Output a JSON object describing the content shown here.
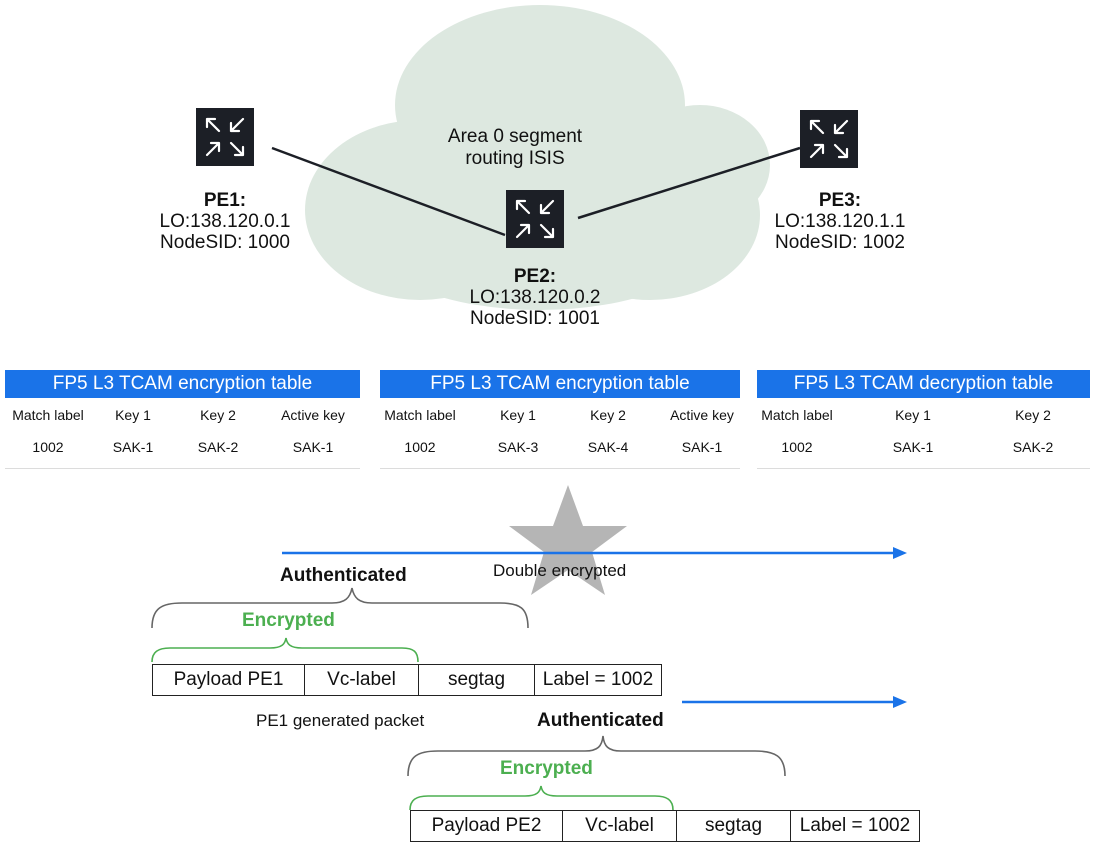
{
  "colors": {
    "cloud": "#dde8e0",
    "router": "#1c1f26",
    "table_header": "#1a73e8",
    "arrow": "#1a73e8",
    "encrypted": "#4caf50",
    "star": "#b5b5b5"
  },
  "network": {
    "cloud_label_line1": "Area 0 segment",
    "cloud_label_line2": "routing ISIS",
    "routers": [
      {
        "name": "PE1:",
        "lo": "LO:138.120.0.1",
        "sid": "NodeSID: 1000",
        "icon": "router-arrows-icon"
      },
      {
        "name": "PE2:",
        "lo": "LO:138.120.0.2",
        "sid": "NodeSID: 1001",
        "icon": "router-arrows-icon"
      },
      {
        "name": "PE3:",
        "lo": "LO:138.120.1.1",
        "sid": "NodeSID: 1002",
        "icon": "router-arrows-icon"
      }
    ]
  },
  "tables": [
    {
      "title": "FP5 L3 TCAM encryption table",
      "columns": [
        "Match label",
        "Key 1",
        "Key 2",
        "Active key"
      ],
      "values": [
        "1002",
        "SAK-1",
        "SAK-2",
        "SAK-1"
      ]
    },
    {
      "title": "FP5 L3 TCAM encryption table",
      "columns": [
        "Match label",
        "Key 1",
        "Key 2",
        "Active key"
      ],
      "values": [
        "1002",
        "SAK-3",
        "SAK-4",
        "SAK-1"
      ]
    },
    {
      "title": "FP5 L3 TCAM decryption table",
      "columns": [
        "Match label",
        "Key 1",
        "Key 2"
      ],
      "values": [
        "1002",
        "SAK-1",
        "SAK-2"
      ]
    }
  ],
  "flow": {
    "double_encrypted": "Double encrypted",
    "packet1": {
      "authenticated": "Authenticated",
      "encrypted": "Encrypted",
      "fields": [
        "Payload PE1",
        "Vc-label",
        "segtag",
        "Label = 1002"
      ],
      "caption": "PE1 generated packet"
    },
    "packet2": {
      "authenticated": "Authenticated",
      "encrypted": "Encrypted",
      "fields": [
        "Payload PE2",
        "Vc-label",
        "segtag",
        "Label = 1002"
      ]
    }
  }
}
